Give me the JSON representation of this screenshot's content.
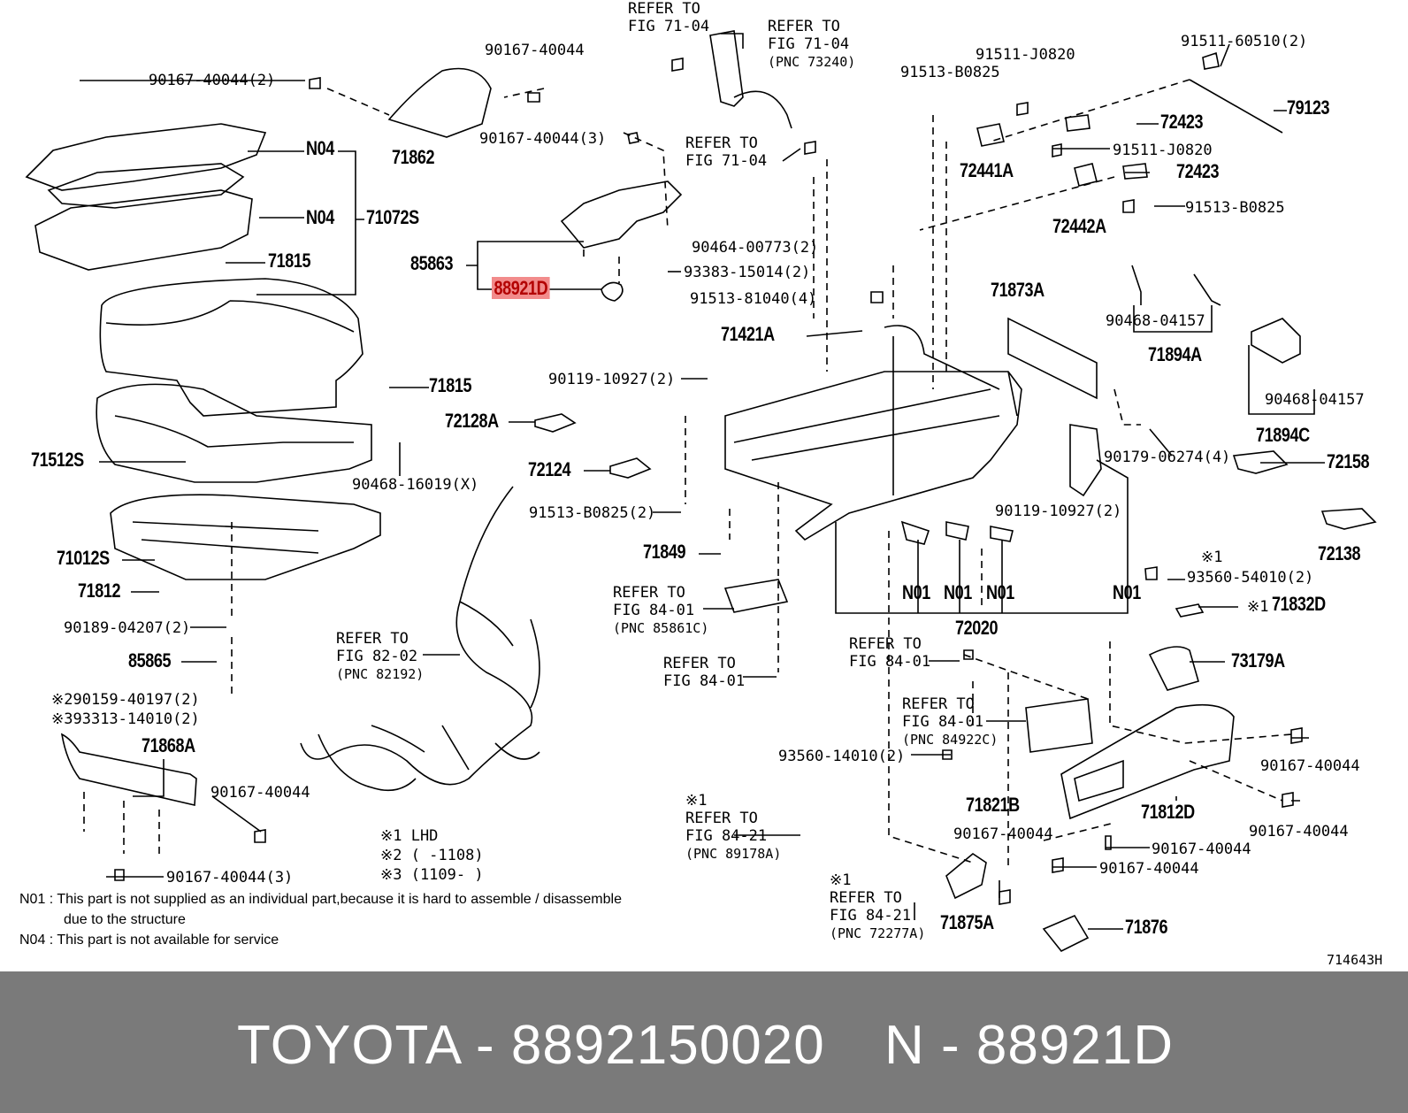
{
  "labels": {
    "p71862": "71862",
    "p90167a": "90167-40044",
    "p90167b": "90167-40044(2)",
    "p90167c": "90167-40044(3)",
    "pN04a": "N04",
    "pN04b": "N04",
    "p71072S": "71072S",
    "p71815a": "71815",
    "p71815b": "71815",
    "p85863": "85863",
    "p88921D": "88921D",
    "p93383": "93383-15014(2)",
    "p71512S": "71512S",
    "p90468x": "90468-16019(X)",
    "p72128A": "72128A",
    "p90119a": "90119-10927(2)",
    "p72124": "72124",
    "p91513b": "91513-B0825(2)",
    "p71849": "71849",
    "p71012S": "71012S",
    "p71812": "71812",
    "p90189": "90189-04207(2)",
    "p85865": "85865",
    "p90159": "90159-40197(2)",
    "p93313": "93313-14010(2)",
    "p71868A": "71868A",
    "p90167d": "90167-40044",
    "p90167e": "90167-40044(3)",
    "p90464": "90464-00773(2)",
    "p91513_8": "91513-81040(4)",
    "p71421A": "71421A",
    "p91513_b1": "91513-B0825",
    "p91511_j1": "91511-J0820",
    "p91511_6": "91511-60510(2)",
    "p79123": "79123",
    "p72423a": "72423",
    "p72441A": "72441A",
    "p91511_j2": "91511-J0820",
    "p72423b": "72423",
    "p91513_b2": "91513-B0825",
    "p72442A": "72442A",
    "p71873A": "71873A",
    "p90468a": "90468-04157",
    "p71894A": "71894A",
    "p90468b": "90468-04157",
    "p71894C": "71894C",
    "p90179": "90179-06274(4)",
    "p72158": "72158",
    "p90119b": "90119-10927(2)",
    "p72138": "72138",
    "pN01a": "N01",
    "pN01b": "N01",
    "pN01c": "N01",
    "pN01d": "N01",
    "p72020": "72020",
    "p93560a": "93560-54010(2)",
    "p71832D": "71832D",
    "p73179A": "73179A",
    "p90167f": "90167-40044",
    "p71812D": "71812D",
    "p90167g": "90167-40044",
    "p90167h": "90167-40044",
    "p90167i": "90167-40044",
    "p90167j": "90167-40044",
    "p93560b": "93560-14010(2)",
    "p71821B": "71821B",
    "p71875A": "71875A",
    "p71876": "71876",
    "pFig": "714643H",
    "m1a": "※1",
    "m1b": "※1",
    "m1c": "※1",
    "m1d": "※1",
    "m2": "※2",
    "m3": "※3"
  },
  "refs": {
    "r1": {
      "t1": "REFER TO",
      "t2": "FIG 71-04",
      "t3": ""
    },
    "r2": {
      "t1": "REFER TO",
      "t2": "FIG 71-04",
      "t3": "(PNC 73240)"
    },
    "r3": {
      "t1": "REFER TO",
      "t2": "FIG 71-04",
      "t3": ""
    },
    "r4": {
      "t1": "REFER TO",
      "t2": "FIG 82-02",
      "t3": "(PNC 82192)"
    },
    "r5": {
      "t1": "REFER TO",
      "t2": "FIG 84-01",
      "t3": "(PNC 85861C)"
    },
    "r6": {
      "t1": "REFER TO",
      "t2": "FIG 84-01",
      "t3": ""
    },
    "r7": {
      "t1": "REFER TO",
      "t2": "FIG 84-01",
      "t3": ""
    },
    "r8": {
      "t1": "REFER TO",
      "t2": "FIG 84-01",
      "t3": "(PNC 84922C)"
    },
    "r9": {
      "t1": "REFER TO",
      "t2": "FIG 84-21",
      "t3": "(PNC 89178A)"
    },
    "r10": {
      "t1": "REFER TO",
      "t2": "FIG 84-21",
      "t3": "(PNC 72277A)"
    }
  },
  "legend": {
    "l1": "※1 LHD",
    "l2": "※2 (       -1108)",
    "l3": "※3 (1109-        )"
  },
  "notes": {
    "n1": "N01 : This part is not supplied as an individual part,because it is hard to assemble / disassemble",
    "n1b": "due to the structure",
    "n2": "N04 : This part is not available for service"
  },
  "footer": {
    "brand_part": "TOYOTA - 8892150020",
    "ref": "N - 88921D"
  },
  "colors": {
    "highlight": "#f28b8b",
    "footer_bg": "#7a7a7a",
    "footer_text": "#ffffff"
  }
}
